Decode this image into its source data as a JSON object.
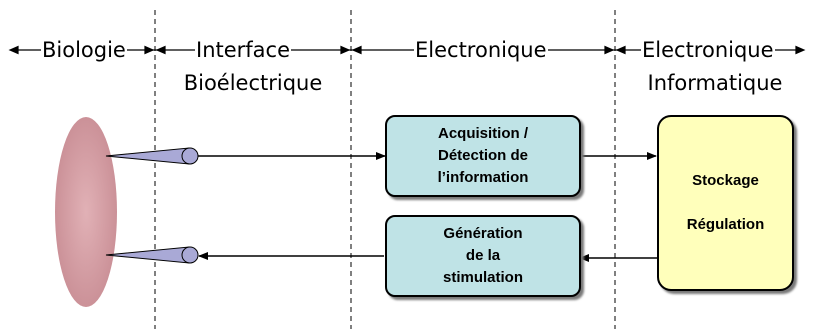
{
  "sections": {
    "biologie": "Biologie",
    "interface_line1": "Interface",
    "interface_line2": "Bioélectrique",
    "electronique": "Electronique",
    "electro_info_line1": "Electronique",
    "electro_info_line2": "Informatique"
  },
  "boxes": {
    "acquisition": [
      "Acquisition /",
      "Détection de",
      "l’information"
    ],
    "generation": [
      "Génération",
      "de la",
      "stimulation"
    ],
    "storage": [
      "Stockage",
      "Régulation"
    ]
  },
  "colors": {
    "tissue": "#d9a3a9",
    "box_blue": "#bfe3e6",
    "box_yellow": "#ffffbb",
    "electrode": "#a9a9d6"
  }
}
